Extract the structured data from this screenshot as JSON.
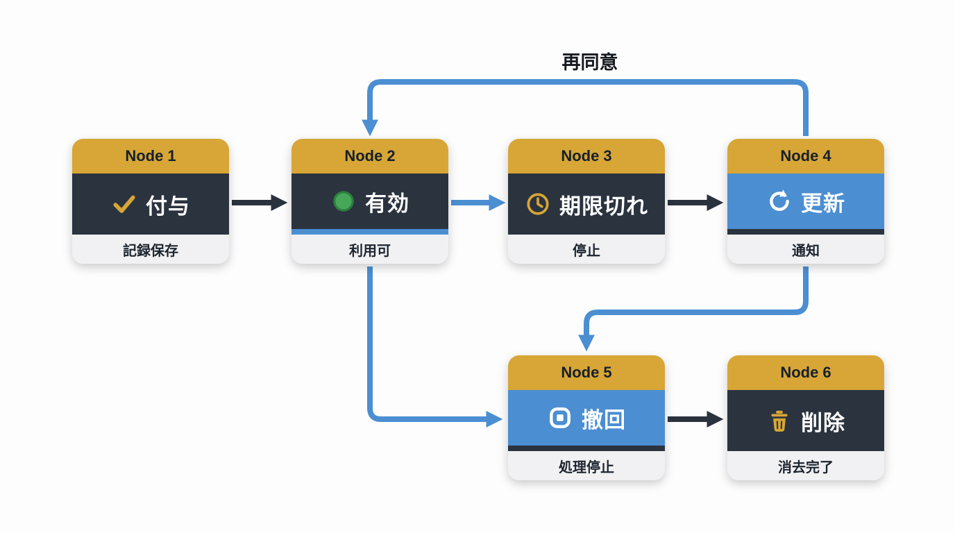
{
  "diagram": {
    "background": "#fdfdfd",
    "colors": {
      "header_gold": "#d7a636",
      "body_dark": "#2b333f",
      "body_blue": "#4b8ed2",
      "footer_gray": "#f1f1f3",
      "arrow_dark": "#2a323e",
      "arrow_blue": "#4b8ed2",
      "icon_gold": "#d7a636",
      "icon_green": "#46a758",
      "icon_white": "#ffffff"
    },
    "nodes": [
      {
        "id": "node1",
        "header": "Node 1",
        "title": "付与",
        "caption": "記録保存",
        "icon": "check-icon",
        "body_style": "dark",
        "accent": "none"
      },
      {
        "id": "node2",
        "header": "Node 2",
        "title": "有効",
        "caption": "利用可",
        "icon": "status-circle-icon",
        "body_style": "dark",
        "accent": "blue"
      },
      {
        "id": "node3",
        "header": "Node 3",
        "title": "期限切れ",
        "caption": "停止",
        "icon": "clock-icon",
        "body_style": "dark",
        "accent": "none"
      },
      {
        "id": "node4",
        "header": "Node 4",
        "title": "更新",
        "caption": "通知",
        "icon": "refresh-icon",
        "body_style": "blue",
        "accent": "dark"
      },
      {
        "id": "node5",
        "header": "Node 5",
        "title": "撤回",
        "caption": "処理停止",
        "icon": "stop-icon",
        "body_style": "blue",
        "accent": "dark"
      },
      {
        "id": "node6",
        "header": "Node 6",
        "title": "削除",
        "caption": "消去完了",
        "icon": "trash-icon",
        "body_style": "dark",
        "accent": "none"
      }
    ],
    "edges": [
      {
        "from": "node1",
        "to": "node2",
        "color": "dark",
        "label": ""
      },
      {
        "from": "node2",
        "to": "node3",
        "color": "blue",
        "label": ""
      },
      {
        "from": "node3",
        "to": "node4",
        "color": "dark",
        "label": ""
      },
      {
        "from": "node4",
        "to": "node2",
        "color": "blue",
        "label": "再同意"
      },
      {
        "from": "node4",
        "to": "node5",
        "color": "blue",
        "label": ""
      },
      {
        "from": "node2",
        "to": "node5",
        "color": "blue",
        "label": ""
      },
      {
        "from": "node5",
        "to": "node6",
        "color": "dark",
        "label": ""
      }
    ]
  }
}
